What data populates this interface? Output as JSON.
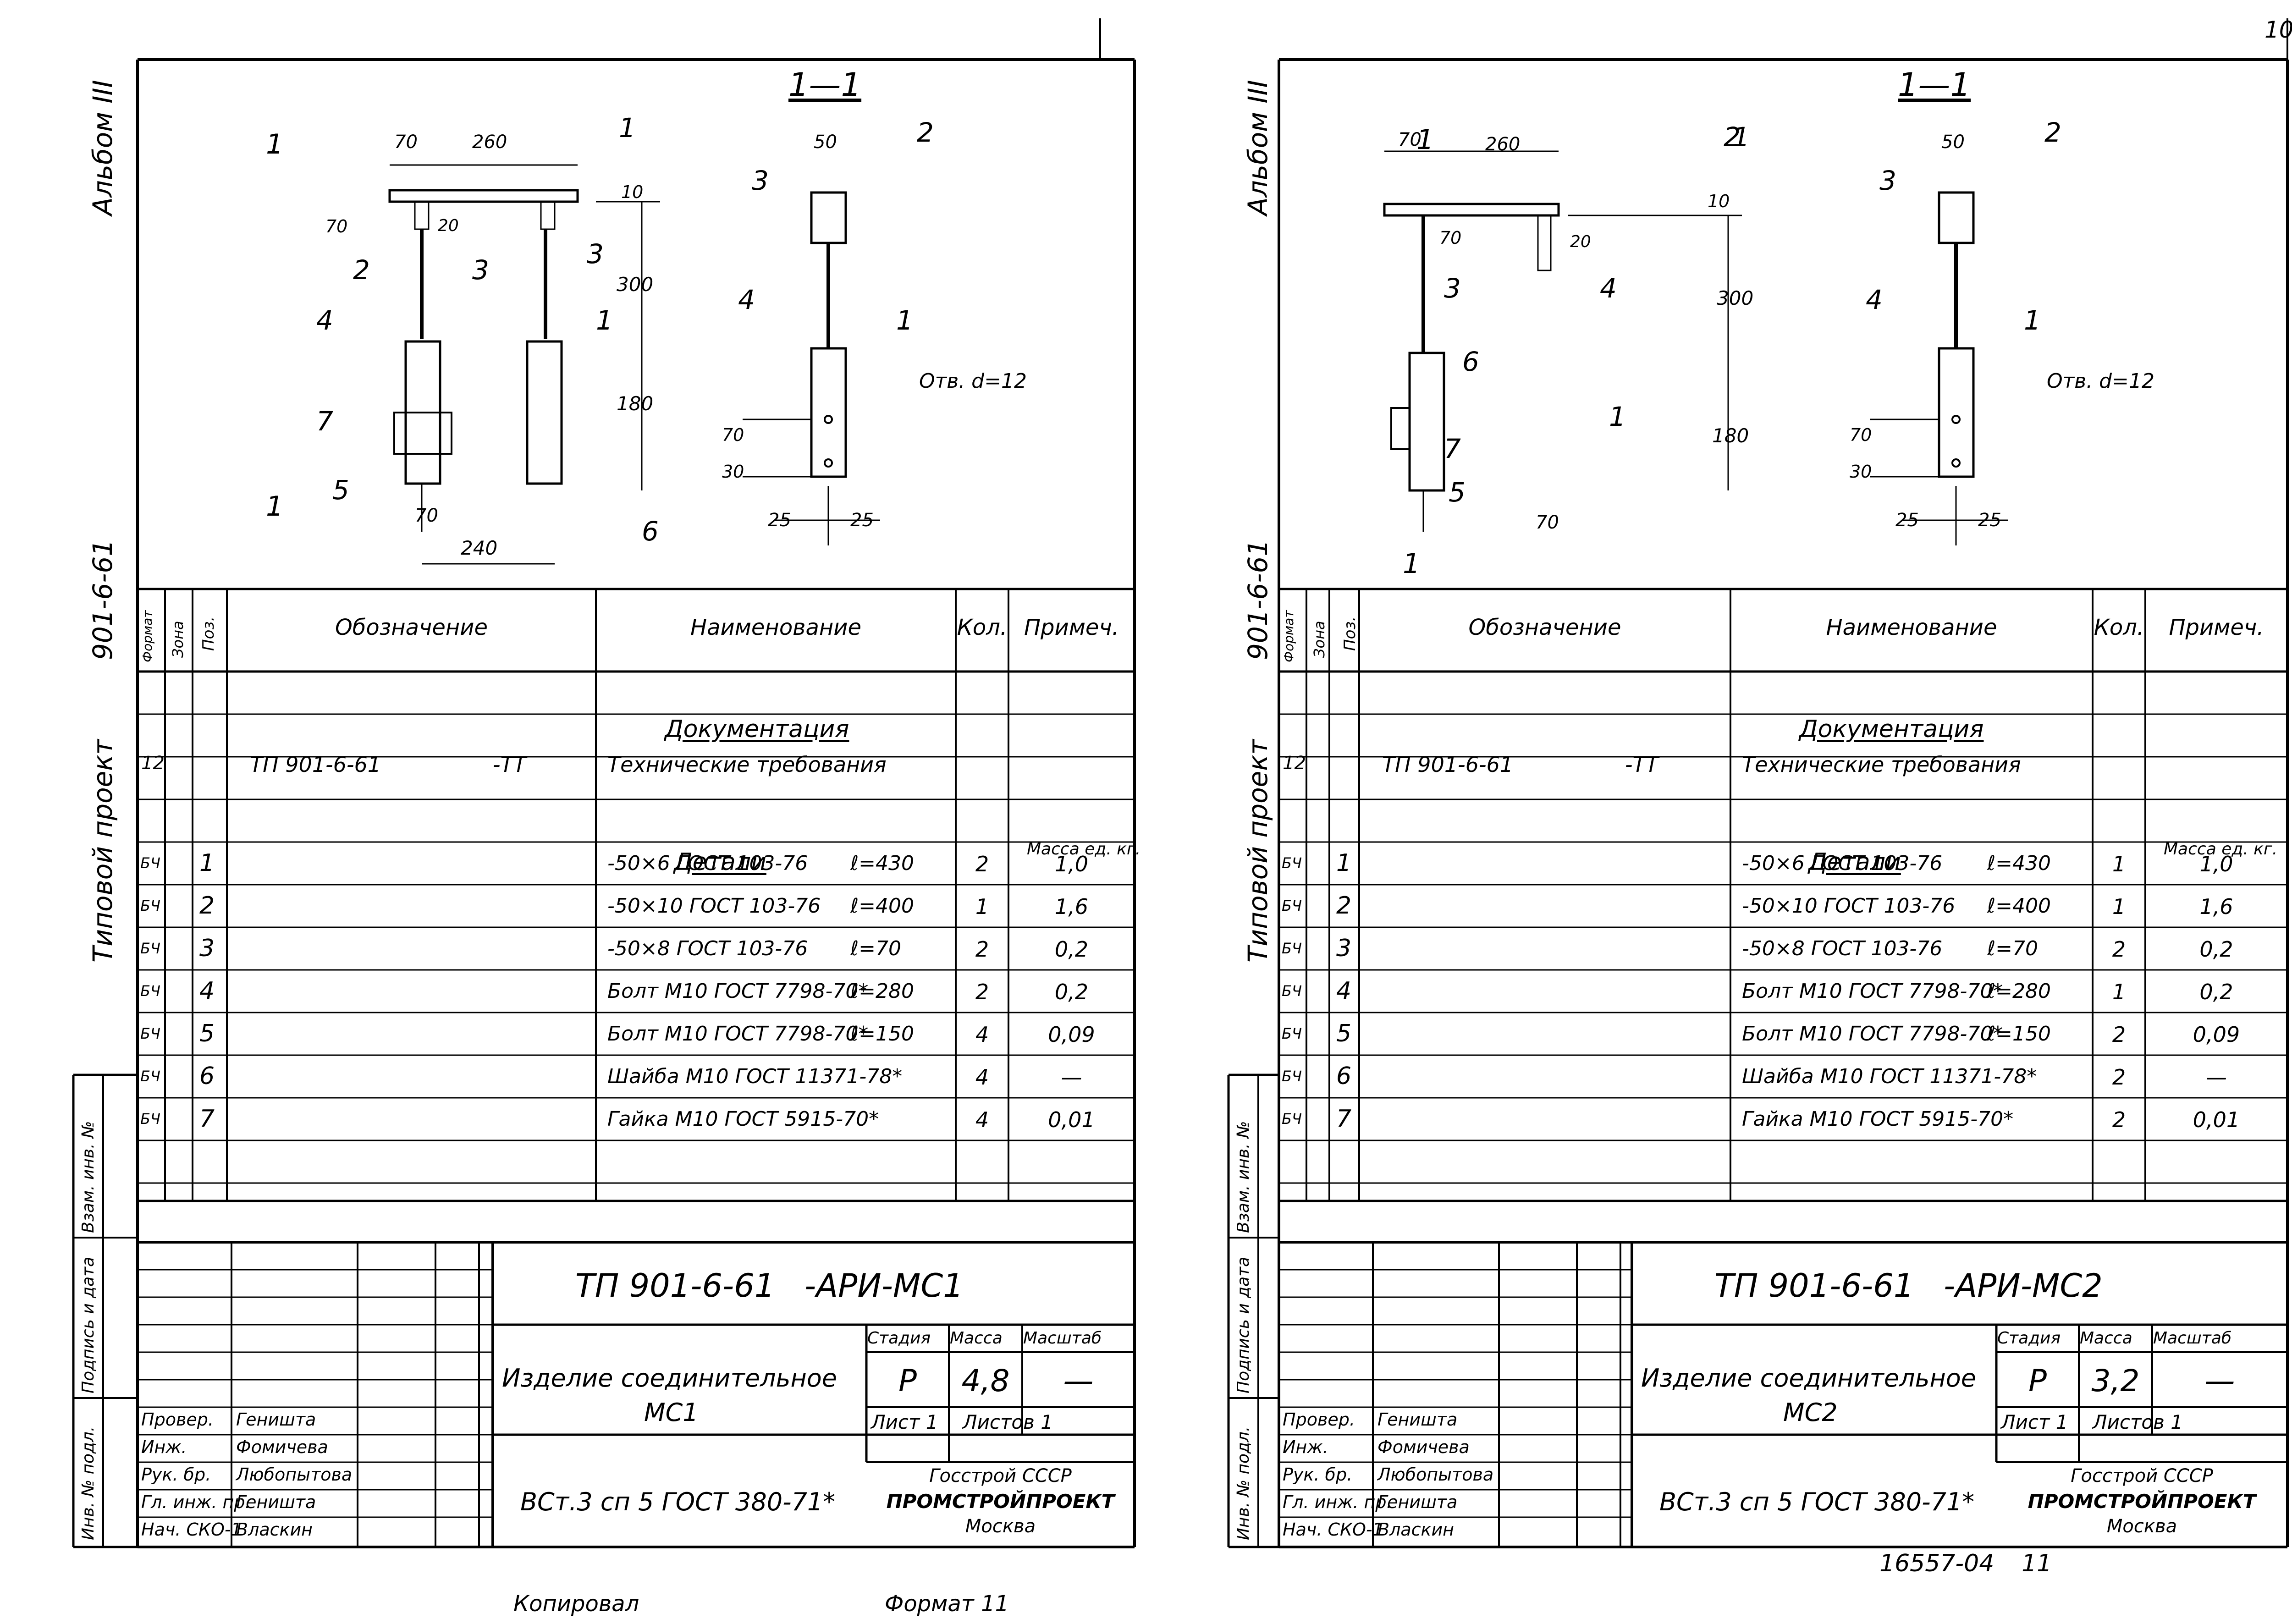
{
  "corner_mark": "10",
  "footer": {
    "copied": "Копировал",
    "format": "Формат 11",
    "inventory": "16557-04",
    "page_no": "11"
  },
  "sheets": [
    {
      "id": "sheetA",
      "side": {
        "album": "Альбом III",
        "project_number": "901-6-61",
        "project_type": "Типовой проект",
        "vzam": "Взам. инв. №",
        "podpis": "Подпись и дата",
        "inv": "Инв. № подл."
      },
      "drawing": {
        "section_title": "1—1",
        "main_labels": {
          "cut_mark": "1",
          "d70_top": "70",
          "d260": "260",
          "d10": "10",
          "d70_left": "70",
          "d20": "20",
          "d300": "300",
          "d180": "180",
          "d70_bot": "70",
          "d240": "240"
        },
        "callouts_main": [
          "1",
          "2",
          "3",
          "3",
          "4",
          "1",
          "7",
          "5",
          "6"
        ],
        "section_labels": {
          "d50": "50",
          "d70": "70",
          "d30": "30",
          "d25a": "25",
          "d25b": "25",
          "hole": "Отв. d=12"
        },
        "callouts_section": [
          "3",
          "2",
          "4",
          "1"
        ]
      },
      "table": {
        "headers": {
          "format": "Формат",
          "zone": "Зона",
          "pos": "Поз.",
          "designation": "Обозначение",
          "name": "Наименование",
          "qty": "Кол.",
          "note": "Примеч."
        },
        "section_doc": "Документация",
        "doc_row": {
          "format": "12",
          "designation": "ТП 901-6-61",
          "suffix": "-ТТ",
          "name": "Технические требования"
        },
        "section_parts": "Детали",
        "mass_header": "Масса ед. кг.",
        "rows": [
          {
            "format": "БЧ",
            "pos": "1",
            "name": "-50×6 ГОСТ 103-76",
            "len": "ℓ=430",
            "qty": "2",
            "mass": "1,0"
          },
          {
            "format": "БЧ",
            "pos": "2",
            "name": "-50×10 ГОСТ 103-76",
            "len": "ℓ=400",
            "qty": "1",
            "mass": "1,6"
          },
          {
            "format": "БЧ",
            "pos": "3",
            "name": "-50×8 ГОСТ 103-76",
            "len": "ℓ=70",
            "qty": "2",
            "mass": "0,2"
          },
          {
            "format": "БЧ",
            "pos": "4",
            "name": "Болт М10 ГОСТ 7798-70*",
            "len": "ℓ=280",
            "qty": "2",
            "mass": "0,2"
          },
          {
            "format": "БЧ",
            "pos": "5",
            "name": "Болт М10 ГОСТ 7798-70*",
            "len": "ℓ=150",
            "qty": "4",
            "mass": "0,09"
          },
          {
            "format": "БЧ",
            "pos": "6",
            "name": "Шайба М10 ГОСТ 11371-78*",
            "len": "",
            "qty": "4",
            "mass": "—"
          },
          {
            "format": "БЧ",
            "pos": "7",
            "name": "Гайка М10 ГОСТ 5915-70*",
            "len": "",
            "qty": "4",
            "mass": "0,01"
          }
        ]
      },
      "title_block": {
        "code": "ТП 901-6-61",
        "code_suffix": "-АРИ-МС1",
        "item_name_1": "Изделие соединительное",
        "item_name_2": "МС1",
        "stage_label": "Стадия",
        "mass_label": "Масса",
        "scale_label": "Масштаб",
        "stage": "Р",
        "mass": "4,8",
        "scale": "—",
        "sheet_label": "Лист 1",
        "sheets_label": "Листов 1",
        "material": "ВСт.3 сп 5 ГОСТ 380-71*",
        "org_1": "Госстрой СССР",
        "org_2": "ПРОМСТРОЙПРОЕКТ",
        "org_3": "Москва",
        "signers": [
          {
            "role": "Провер.",
            "name": "Геништа"
          },
          {
            "role": "Инж.",
            "name": "Фомичева"
          },
          {
            "role": "Рук. бр.",
            "name": "Любопытова"
          },
          {
            "role": "Гл. инж. пр.",
            "name": "Геништа"
          },
          {
            "role": "Нач. СКО-1",
            "name": "Власкин"
          }
        ]
      }
    },
    {
      "id": "sheetB",
      "side": {
        "album": "Альбом III",
        "project_number": "901-6-61",
        "project_type": "Типовой проект",
        "vzam": "Взам. инв. №",
        "podpis": "Подпись и дата",
        "inv": "Инв. № подл."
      },
      "drawing": {
        "section_title": "1—1",
        "main_labels": {
          "cut_mark": "1",
          "d70_top": "70",
          "d260": "260",
          "d10": "10",
          "d70_left": "70",
          "d20": "20",
          "d300": "300",
          "d180": "180",
          "d70_bot": "70"
        },
        "callouts_main": [
          "1",
          "2",
          "3",
          "4",
          "6",
          "1",
          "7",
          "5"
        ],
        "section_labels": {
          "d50": "50",
          "d70": "70",
          "d30": "30",
          "d25a": "25",
          "d25b": "25",
          "hole": "Отв. d=12"
        },
        "callouts_section": [
          "3",
          "2",
          "4",
          "1"
        ]
      },
      "table": {
        "headers": {
          "format": "Формат",
          "zone": "Зона",
          "pos": "Поз.",
          "designation": "Обозначение",
          "name": "Наименование",
          "qty": "Кол.",
          "note": "Примеч."
        },
        "section_doc": "Документация",
        "doc_row": {
          "format": "12",
          "designation": "ТП 901-6-61",
          "suffix": "-ТТ",
          "name": "Технические требования"
        },
        "section_parts": "Детали",
        "mass_header": "Масса ед. кг.",
        "rows": [
          {
            "format": "БЧ",
            "pos": "1",
            "name": "-50×6 ГОСТ 103-76",
            "len": "ℓ=430",
            "qty": "1",
            "mass": "1,0"
          },
          {
            "format": "БЧ",
            "pos": "2",
            "name": "-50×10 ГОСТ 103-76",
            "len": "ℓ=400",
            "qty": "1",
            "mass": "1,6"
          },
          {
            "format": "БЧ",
            "pos": "3",
            "name": "-50×8 ГОСТ 103-76",
            "len": "ℓ=70",
            "qty": "2",
            "mass": "0,2"
          },
          {
            "format": "БЧ",
            "pos": "4",
            "name": "Болт М10 ГОСТ 7798-70*",
            "len": "ℓ=280",
            "qty": "1",
            "mass": "0,2"
          },
          {
            "format": "БЧ",
            "pos": "5",
            "name": "Болт М10 ГОСТ 7798-70*",
            "len": "ℓ=150",
            "qty": "2",
            "mass": "0,09"
          },
          {
            "format": "БЧ",
            "pos": "6",
            "name": "Шайба М10 ГОСТ 11371-78*",
            "len": "",
            "qty": "2",
            "mass": "—"
          },
          {
            "format": "БЧ",
            "pos": "7",
            "name": "Гайка М10 ГОСТ 5915-70*",
            "len": "",
            "qty": "2",
            "mass": "0,01"
          }
        ]
      },
      "title_block": {
        "code": "ТП 901-6-61",
        "code_suffix": "-АРИ-МС2",
        "item_name_1": "Изделие соединительное",
        "item_name_2": "МС2",
        "stage_label": "Стадия",
        "mass_label": "Масса",
        "scale_label": "Масштаб",
        "stage": "Р",
        "mass": "3,2",
        "scale": "—",
        "sheet_label": "Лист 1",
        "sheets_label": "Листов 1",
        "material": "ВСт.3 сп 5 ГОСТ 380-71*",
        "org_1": "Госстрой СССР",
        "org_2": "ПРОМСТРОЙПРОЕКТ",
        "org_3": "Москва",
        "signers": [
          {
            "role": "Провер.",
            "name": "Геништа"
          },
          {
            "role": "Инж.",
            "name": "Фомичева"
          },
          {
            "role": "Рук. бр.",
            "name": "Любопытова"
          },
          {
            "role": "Гл. инж. пр.",
            "name": "Геништа"
          },
          {
            "role": "Нач. СКО-1",
            "name": "Власкин"
          }
        ]
      }
    }
  ]
}
